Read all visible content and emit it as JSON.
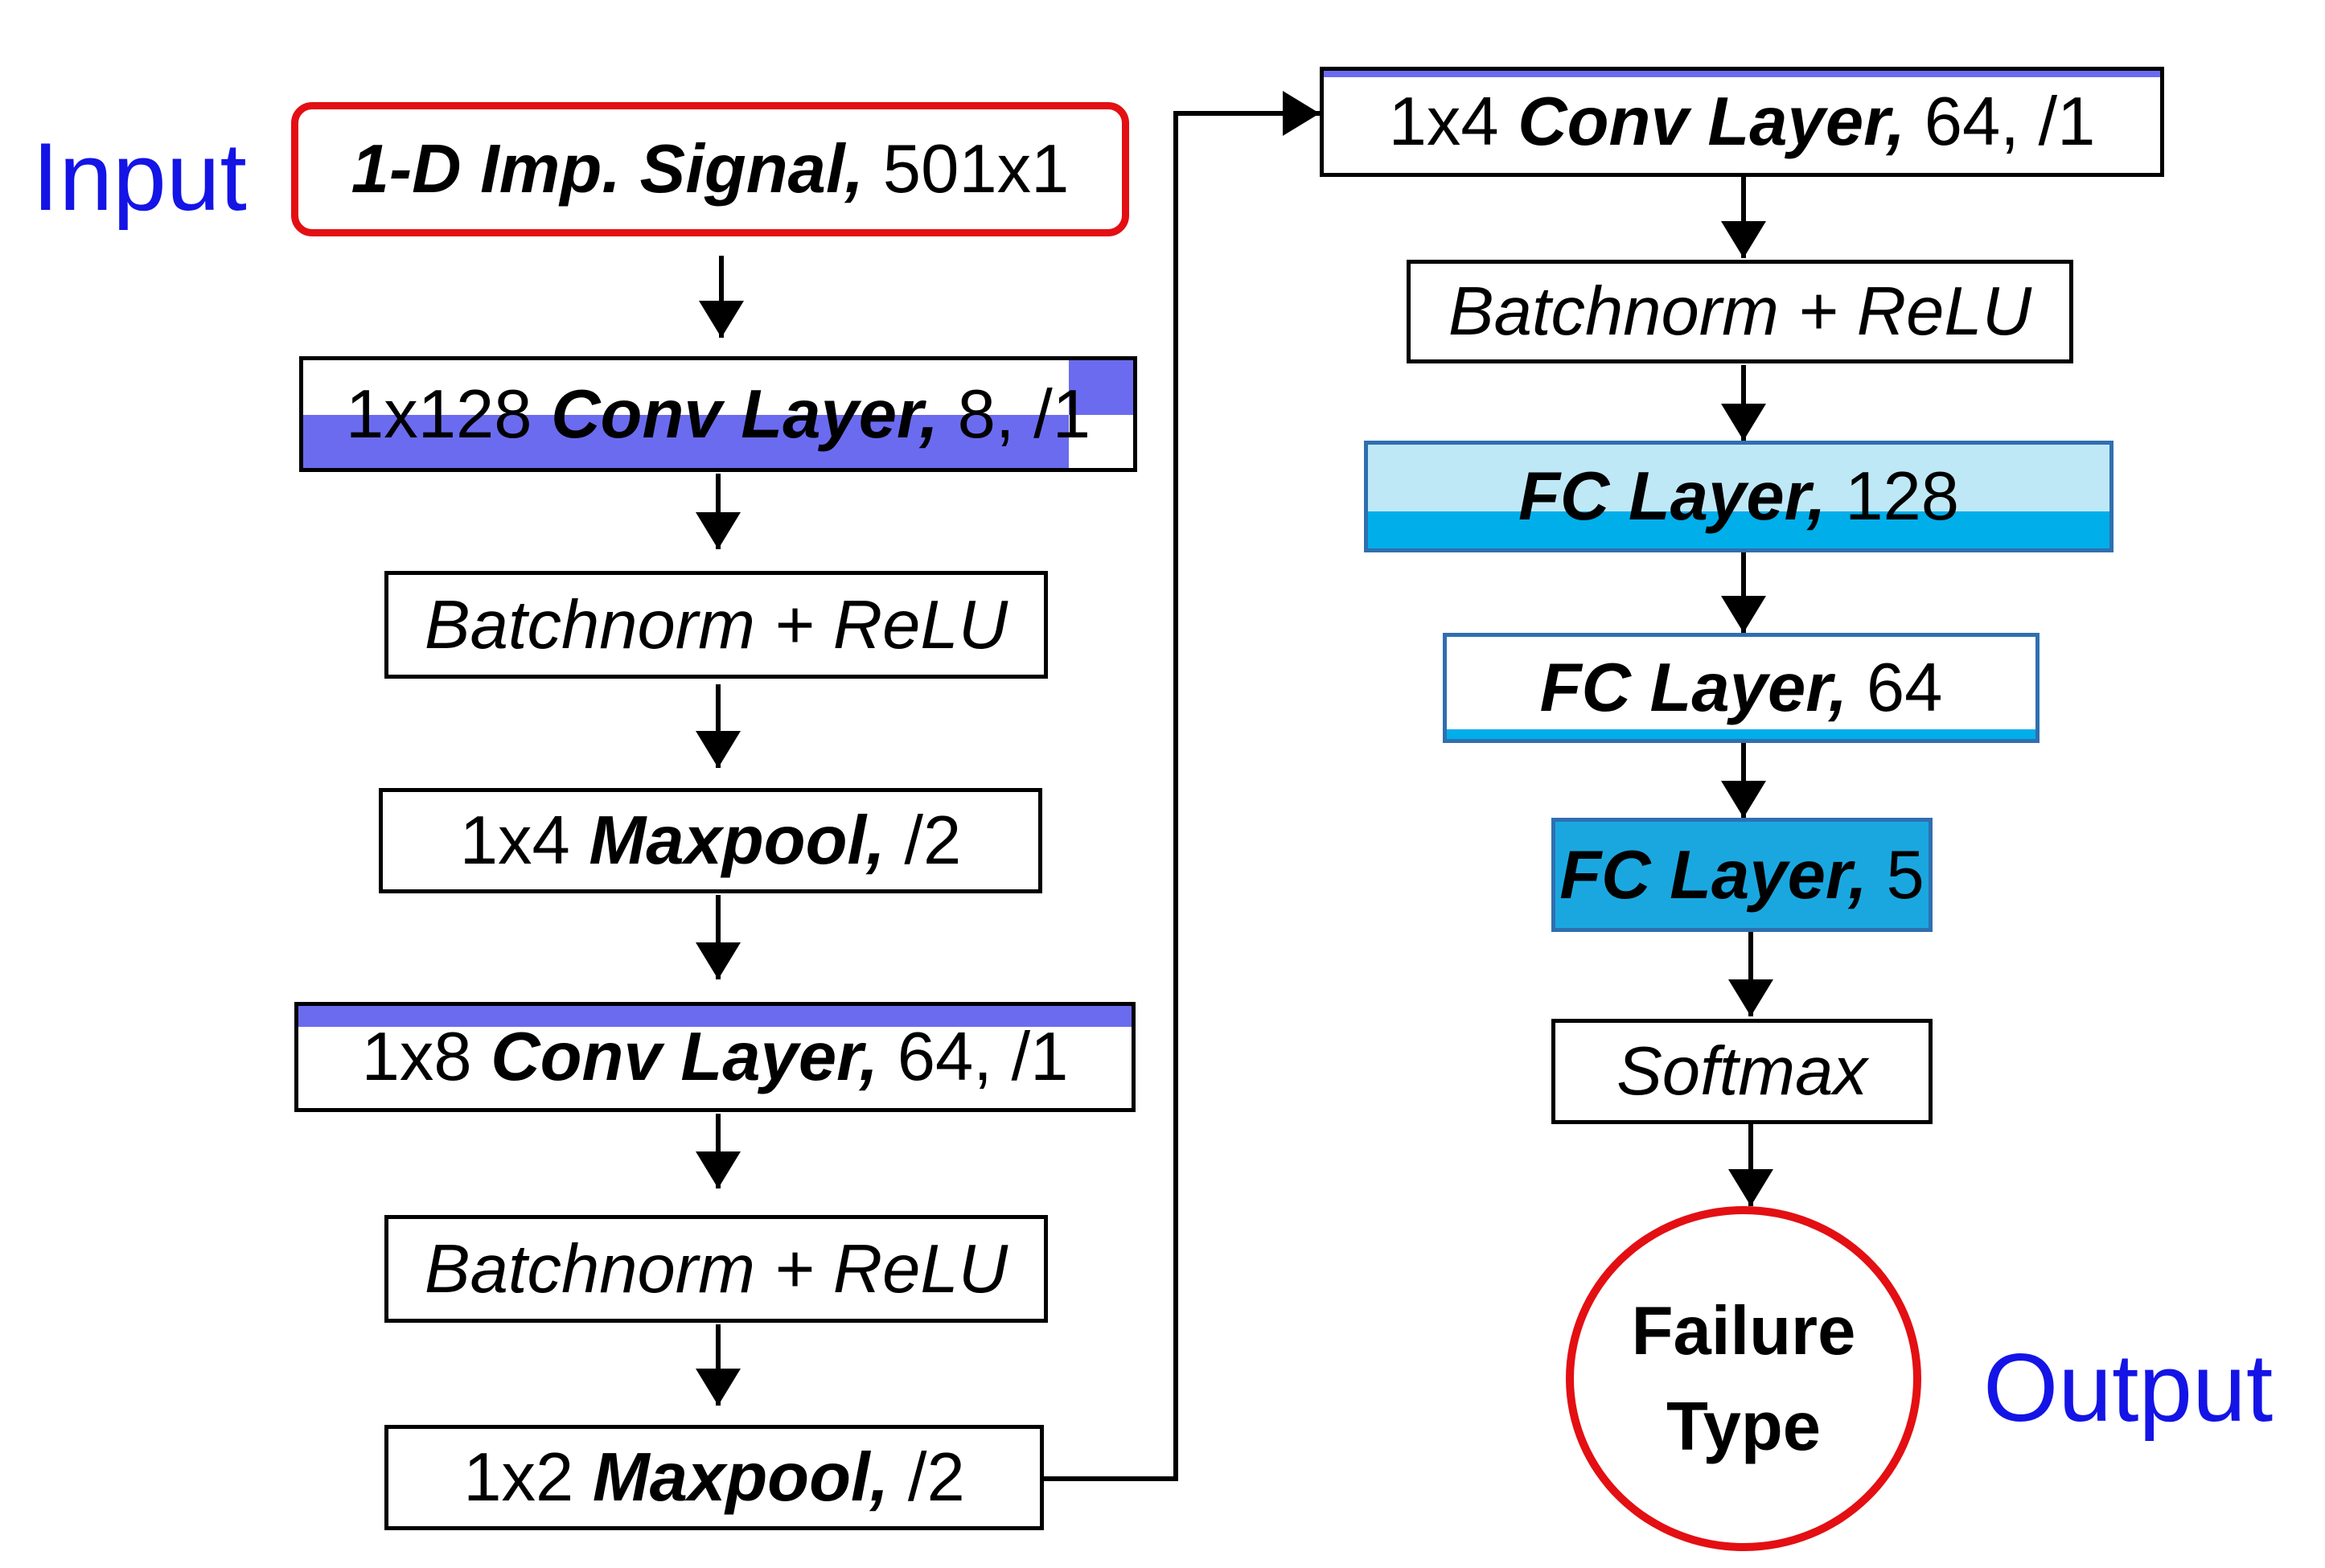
{
  "labels": {
    "input": "Input",
    "output": "Output"
  },
  "input_node": {
    "bold": "1-D Imp. Signal,",
    "rest": " 501x1"
  },
  "left_column": [
    {
      "pre": "1x128 ",
      "bold": "Conv Layer,",
      "rest": "  8, /1"
    },
    {
      "italic": "Batchnorm + ReLU"
    },
    {
      "pre": "1x4 ",
      "bold": "Maxpool,",
      "rest": "  /2"
    },
    {
      "pre": "1x8 ",
      "bold": "Conv Layer,",
      "rest": "  64, /1"
    },
    {
      "italic": "Batchnorm + ReLU"
    },
    {
      "pre": "1x2 ",
      "bold": "Maxpool,",
      "rest": "  /2"
    }
  ],
  "right_column": [
    {
      "pre": "1x4 ",
      "bold": "Conv Layer,",
      "rest": "  64, /1"
    },
    {
      "italic": "Batchnorm + ReLU"
    },
    {
      "bold": "FC Layer,",
      "rest": " 128"
    },
    {
      "bold": "FC Layer,",
      "rest": " 64"
    },
    {
      "bold": "FC Layer,",
      "rest": " 5"
    },
    {
      "italic": "Softmax"
    }
  ],
  "output_node": {
    "line1": "Failure",
    "line2": "Type"
  },
  "colors": {
    "conv_fill": "#6b6bf0",
    "fc_light": "#bfe8f7",
    "fc_strong": "#00aeea",
    "fc_output": "#1aa7e0",
    "node_border_red": "#e30f13",
    "label_blue": "#1414e6"
  }
}
